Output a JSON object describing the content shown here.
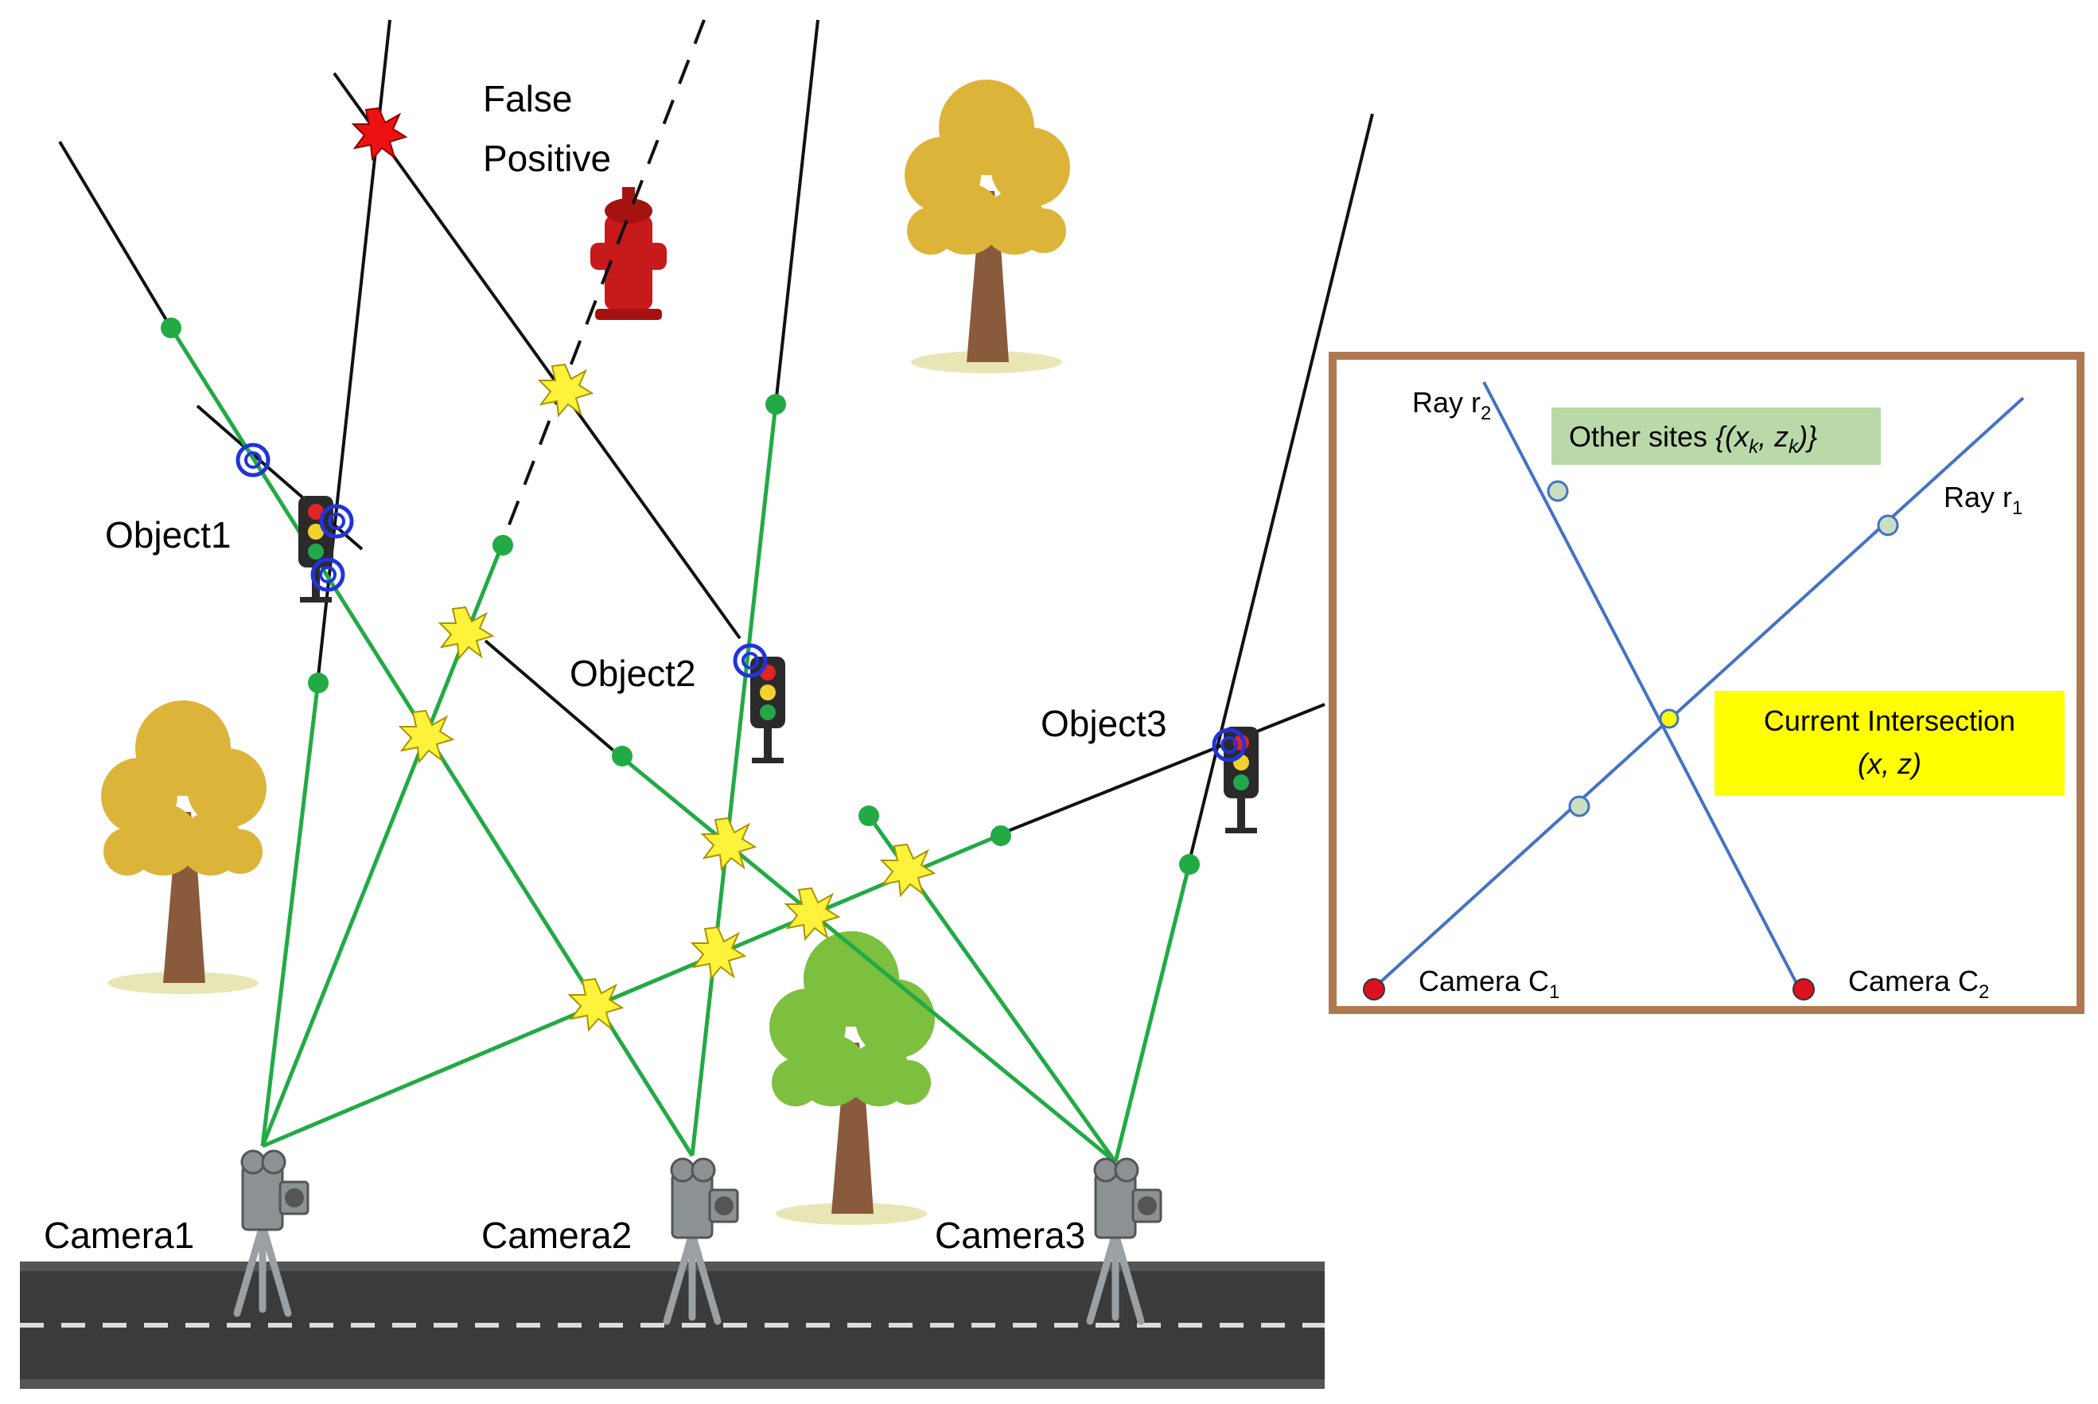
{
  "labels": {
    "false_positive_line1": "False",
    "false_positive_line2": "Positive",
    "object1": "Object1",
    "object2": "Object2",
    "object3": "Object3",
    "camera1": "Camera1",
    "camera2": "Camera2",
    "camera3": "Camera3"
  },
  "inset": {
    "ray2_label": "Ray r",
    "ray2_sub": "2",
    "ray1_label": "Ray r",
    "ray1_sub": "1",
    "other_sites_prefix": "Other sites ",
    "other_sites_math_open": "{(x",
    "other_sites_sub_k1": "k",
    "other_sites_math_mid": ", z",
    "other_sites_sub_k2": "k",
    "other_sites_math_close": ")}",
    "current_intersection_line1": "Current Intersection",
    "current_intersection_line2": "(x, z)",
    "camera_c1_label": "Camera C",
    "camera_c1_sub": "1",
    "camera_c2_label": "Camera C",
    "camera_c2_sub": "2"
  },
  "colors": {
    "green_ray": "#22aa44",
    "black_ray": "#111111",
    "blue_ray": "#4472c4",
    "inset_border": "#b07850",
    "highlight_yellow": "#ffff00",
    "site_box_green": "#b9d9a8",
    "intersection_star": "#fff23a",
    "false_positive_star": "#ee1111",
    "detection_ring": "#2233dd",
    "camera_dot": "#dd1122",
    "site_dot": "#c9dfc0"
  },
  "icons": [
    "tree-icon",
    "traffic-light-icon",
    "fire-hydrant-icon",
    "camera-tripod-icon",
    "road-icon"
  ]
}
